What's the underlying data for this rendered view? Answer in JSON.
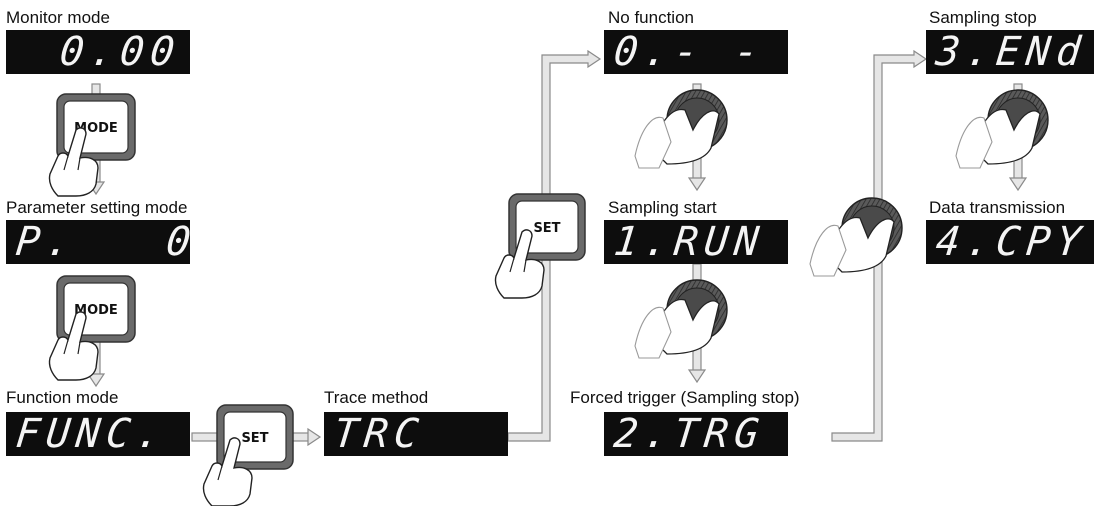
{
  "panels": {
    "monitor": {
      "label": "Monitor mode",
      "display": "0.00"
    },
    "parameter": {
      "label": "Parameter setting mode",
      "display": "P.   0"
    },
    "function": {
      "label": "Function mode",
      "display": "FUNC."
    },
    "trace": {
      "label": "Trace method",
      "display": "TRC"
    },
    "no_function": {
      "label": "No function",
      "display": "0.- - -"
    },
    "sampling_start": {
      "label": "Sampling start",
      "display": "1.RUN"
    },
    "forced_trigger": {
      "label": "Forced trigger (Sampling stop)",
      "display": "2.TRG"
    },
    "sampling_stop": {
      "label": "Sampling stop",
      "display": "3.ENd"
    },
    "data_transmission": {
      "label": "Data transmission",
      "display": "4.CPY"
    }
  },
  "keys": {
    "mode_label": "MODE",
    "set_label": "SET"
  },
  "colors": {
    "display_bg": "#0d0d0d",
    "display_text": "#f4f4f4",
    "arrow_fill": "#e6e6e6",
    "arrow_stroke": "#8a8a8a",
    "key_outer": "#5e5e5e"
  },
  "icons": [
    "hand-pointer-icon",
    "rotary-dial-icon"
  ]
}
